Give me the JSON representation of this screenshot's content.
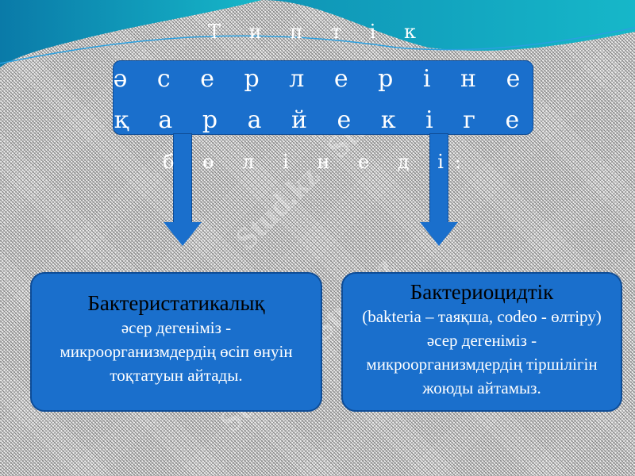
{
  "title": {
    "line1": "Т и п т і к",
    "line2": "ә с е р л е р і н е",
    "line3": "қ а р а й   е к і г е",
    "line4": "б ө л і н е д і:"
  },
  "left_card": {
    "heading": "Бактеристатикалық",
    "body": "әсер дегеніміз - микроорганизмдердің өсіп өнуін тоқтатуын айтады."
  },
  "right_card": {
    "heading": "Бактериоцидтік",
    "body": "(bakteria – таяқша, codeo - өлтіру) әсер дегеніміз - микроорганизмдердің тіршілігін жоюды айтамыз."
  },
  "watermark": "Stud.kz - Stud.kz",
  "colors": {
    "box": "#1a6fcc",
    "banner": "#0a8fb0"
  }
}
